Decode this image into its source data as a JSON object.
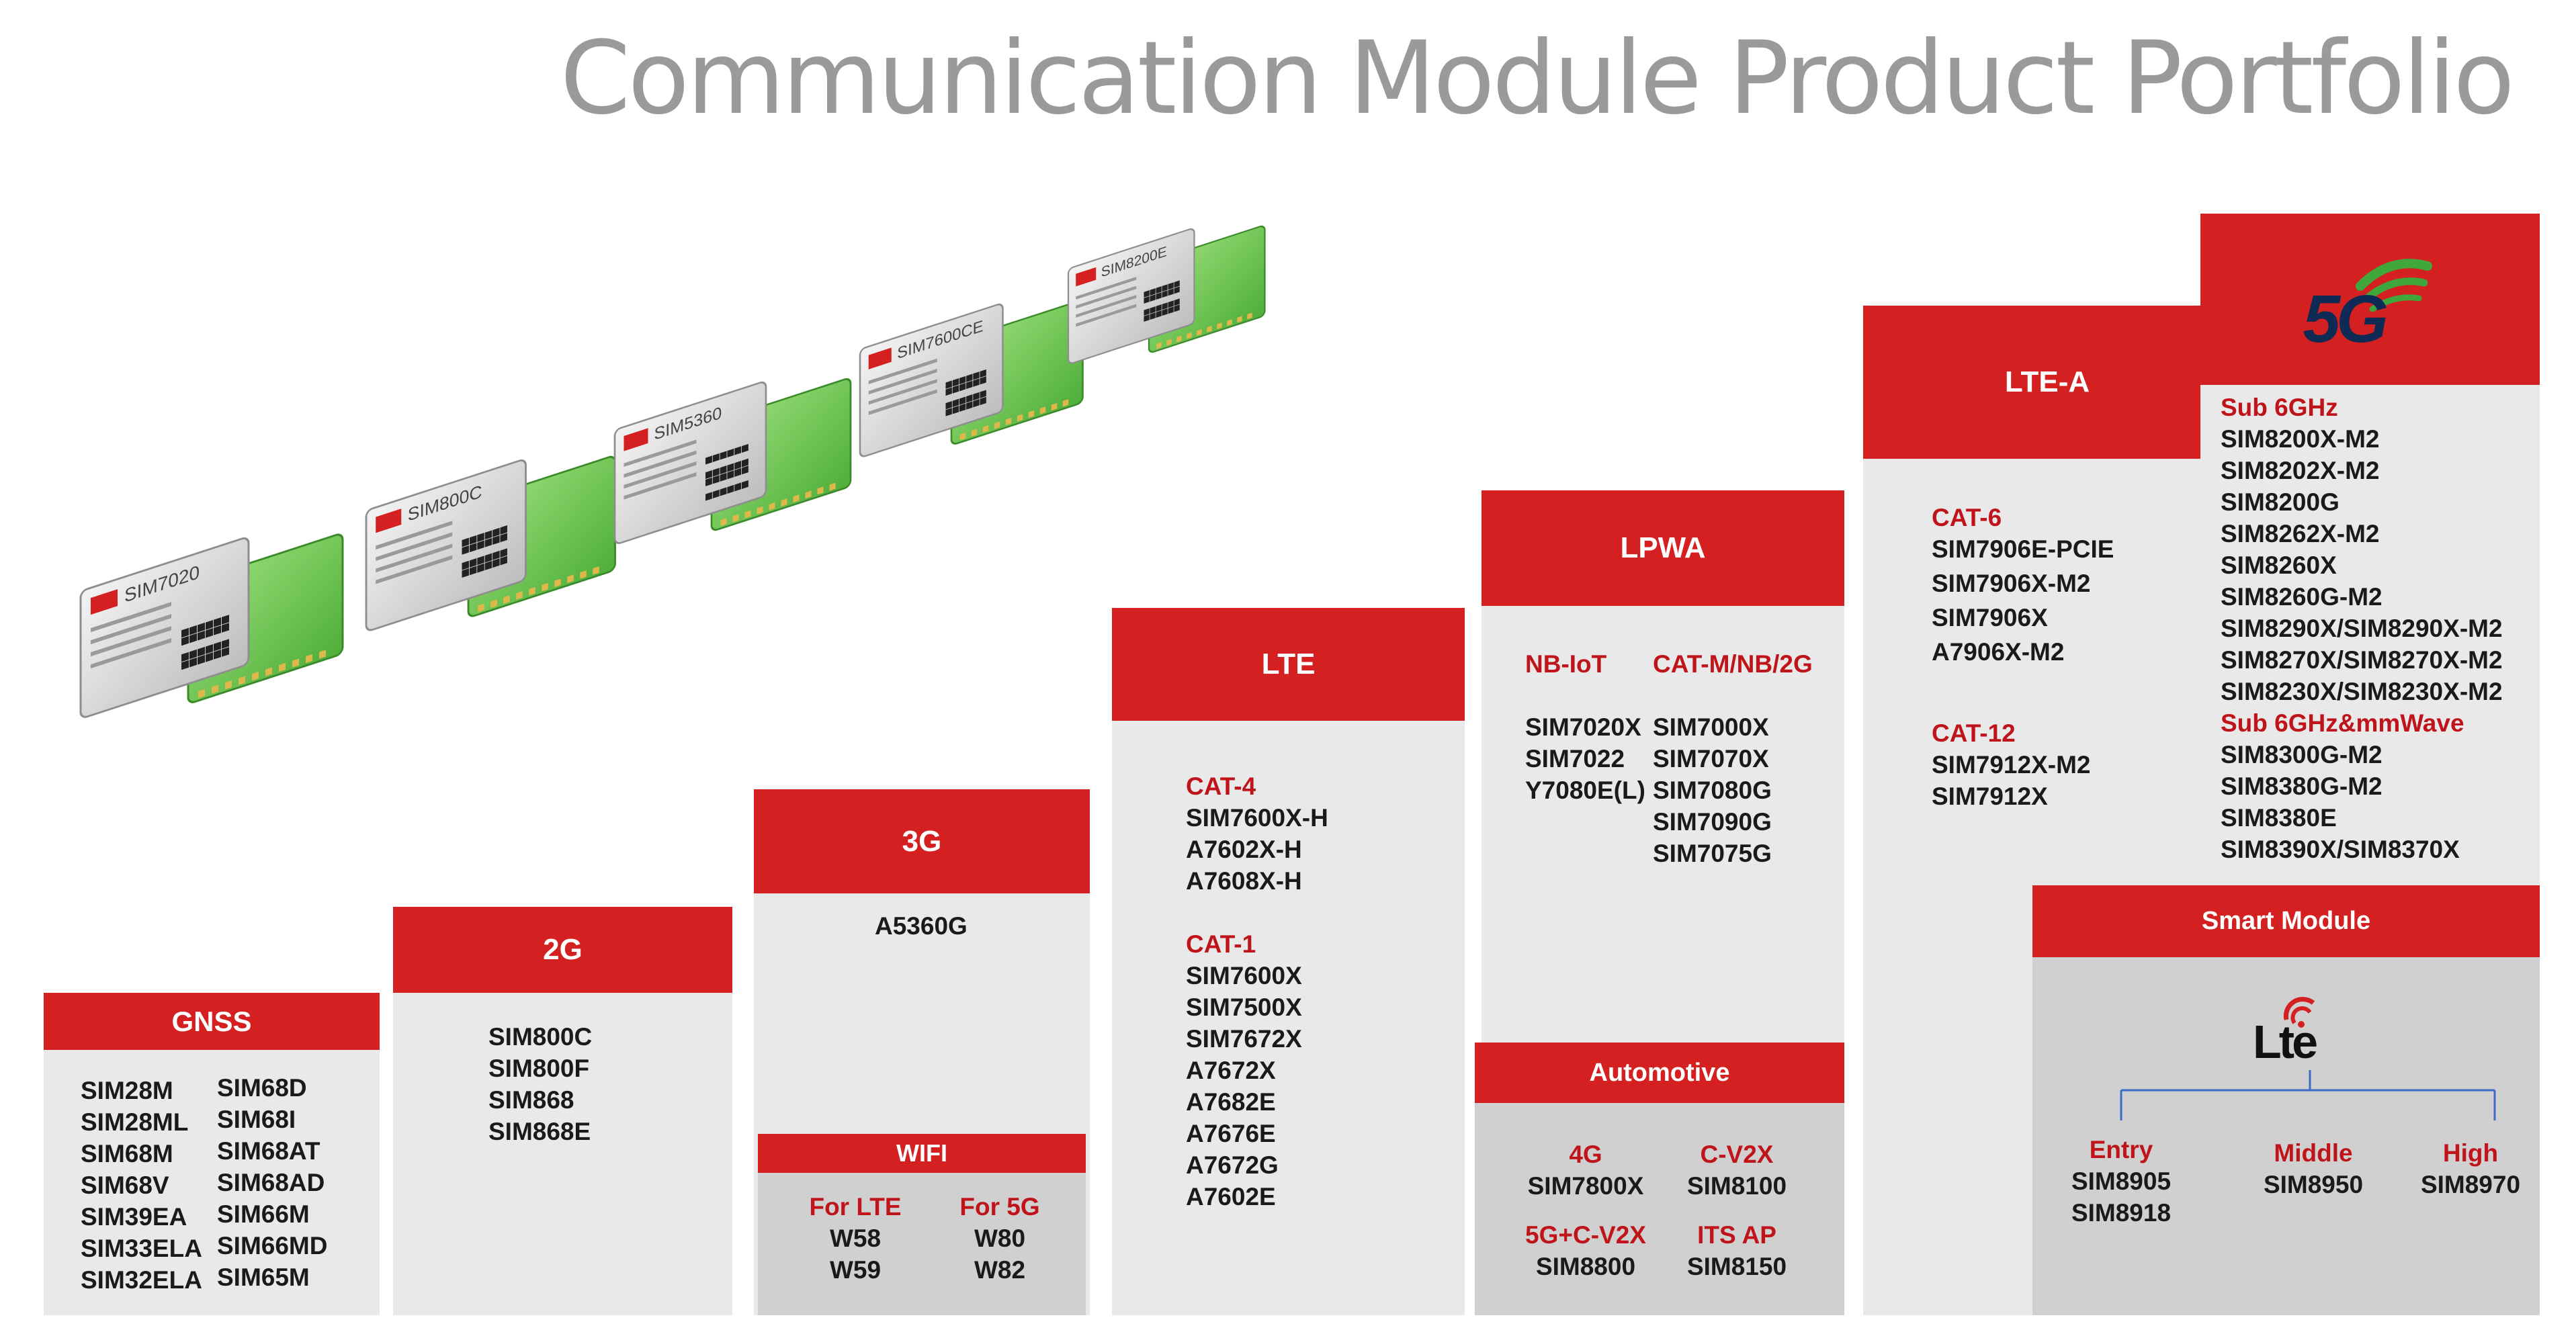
{
  "title": "Communication Module Product Portfolio",
  "images": {
    "modules": [
      "SIM7020",
      "SIM800C",
      "SIM5360",
      "SIM7600CE",
      "SIM8200E"
    ]
  },
  "gnss": {
    "header": "GNSS",
    "col1": [
      "SIM28M",
      "SIM28ML",
      "SIM68M",
      "SIM68V",
      "SIM39EA",
      "SIM33ELA",
      "SIM32ELA"
    ],
    "col2": [
      "SIM68D",
      "SIM68I",
      "SIM68AT",
      "SIM68AD",
      "SIM66M",
      "SIM66MD",
      "SIM65M"
    ]
  },
  "g2": {
    "header": "2G",
    "items": [
      "SIM800C",
      "SIM800F",
      "SIM868",
      "SIM868E"
    ]
  },
  "g3": {
    "header": "3G",
    "items": [
      "A5360G"
    ],
    "wifi": {
      "header": "WIFI",
      "lte_label": "For LTE",
      "g5_label": "For 5G",
      "lte_items": [
        "W58",
        "W59"
      ],
      "g5_items": [
        "W80",
        "W82"
      ]
    }
  },
  "lte": {
    "header": "LTE",
    "cat4_label": "CAT-4",
    "cat4": [
      "SIM7600X-H",
      "A7602X-H",
      "A7608X-H"
    ],
    "cat1_label": "CAT-1",
    "cat1": [
      "SIM7600X",
      "SIM7500X",
      "SIM7672X",
      "A7672X",
      "A7682E",
      "A7676E",
      "A7672G",
      "A7602E"
    ]
  },
  "lpwa": {
    "header": "LPWA",
    "nbiot_label": "NB-IoT",
    "catm_label": "CAT-M/NB/2G",
    "nbiot": [
      "SIM7020X",
      "SIM7022",
      "Y7080E(L)"
    ],
    "catm": [
      "SIM7000X",
      "SIM7070X",
      "SIM7080G",
      "SIM7090G",
      "SIM7075G"
    ],
    "automotive": {
      "header": "Automotive",
      "l4g_label": "4G",
      "l4g": "SIM7800X",
      "cv2x_label": "C-V2X",
      "cv2x": "SIM8100",
      "g5cv2x_label": "5G+C-V2X",
      "g5cv2x": "SIM8800",
      "itsap_label": "ITS AP",
      "itsap": "SIM8150"
    }
  },
  "ltea": {
    "header": "LTE-A",
    "cat6_label": "CAT-6",
    "cat6": [
      "SIM7906E-PCIE",
      "SIM7906X-M2",
      "SIM7906X",
      "A7906X-M2"
    ],
    "cat12_label": "CAT-12",
    "cat12": [
      "SIM7912X-M2",
      "SIM7912X"
    ]
  },
  "g5": {
    "logo": "5G",
    "sub6_label": "Sub 6GHz",
    "sub6": [
      "SIM8200X-M2",
      "SIM8202X-M2",
      "SIM8200G",
      "SIM8262X-M2",
      "SIM8260X",
      "SIM8260G-M2",
      "SIM8290X/SIM8290X-M2",
      "SIM8270X/SIM8270X-M2",
      "SIM8230X/SIM8230X-M2"
    ],
    "mmw_label": "Sub 6GHz&mmWave",
    "mmw": [
      "SIM8300G-M2",
      "SIM8380G-M2",
      "SIM8380E",
      "SIM8390X/SIM8370X"
    ]
  },
  "smart": {
    "header": "Smart Module",
    "logo": "Lte",
    "entry_label": "Entry",
    "entry": [
      "SIM8905",
      "SIM8918"
    ],
    "middle_label": "Middle",
    "middle": [
      "SIM8950"
    ],
    "high_label": "High",
    "high": [
      "SIM8970"
    ]
  }
}
